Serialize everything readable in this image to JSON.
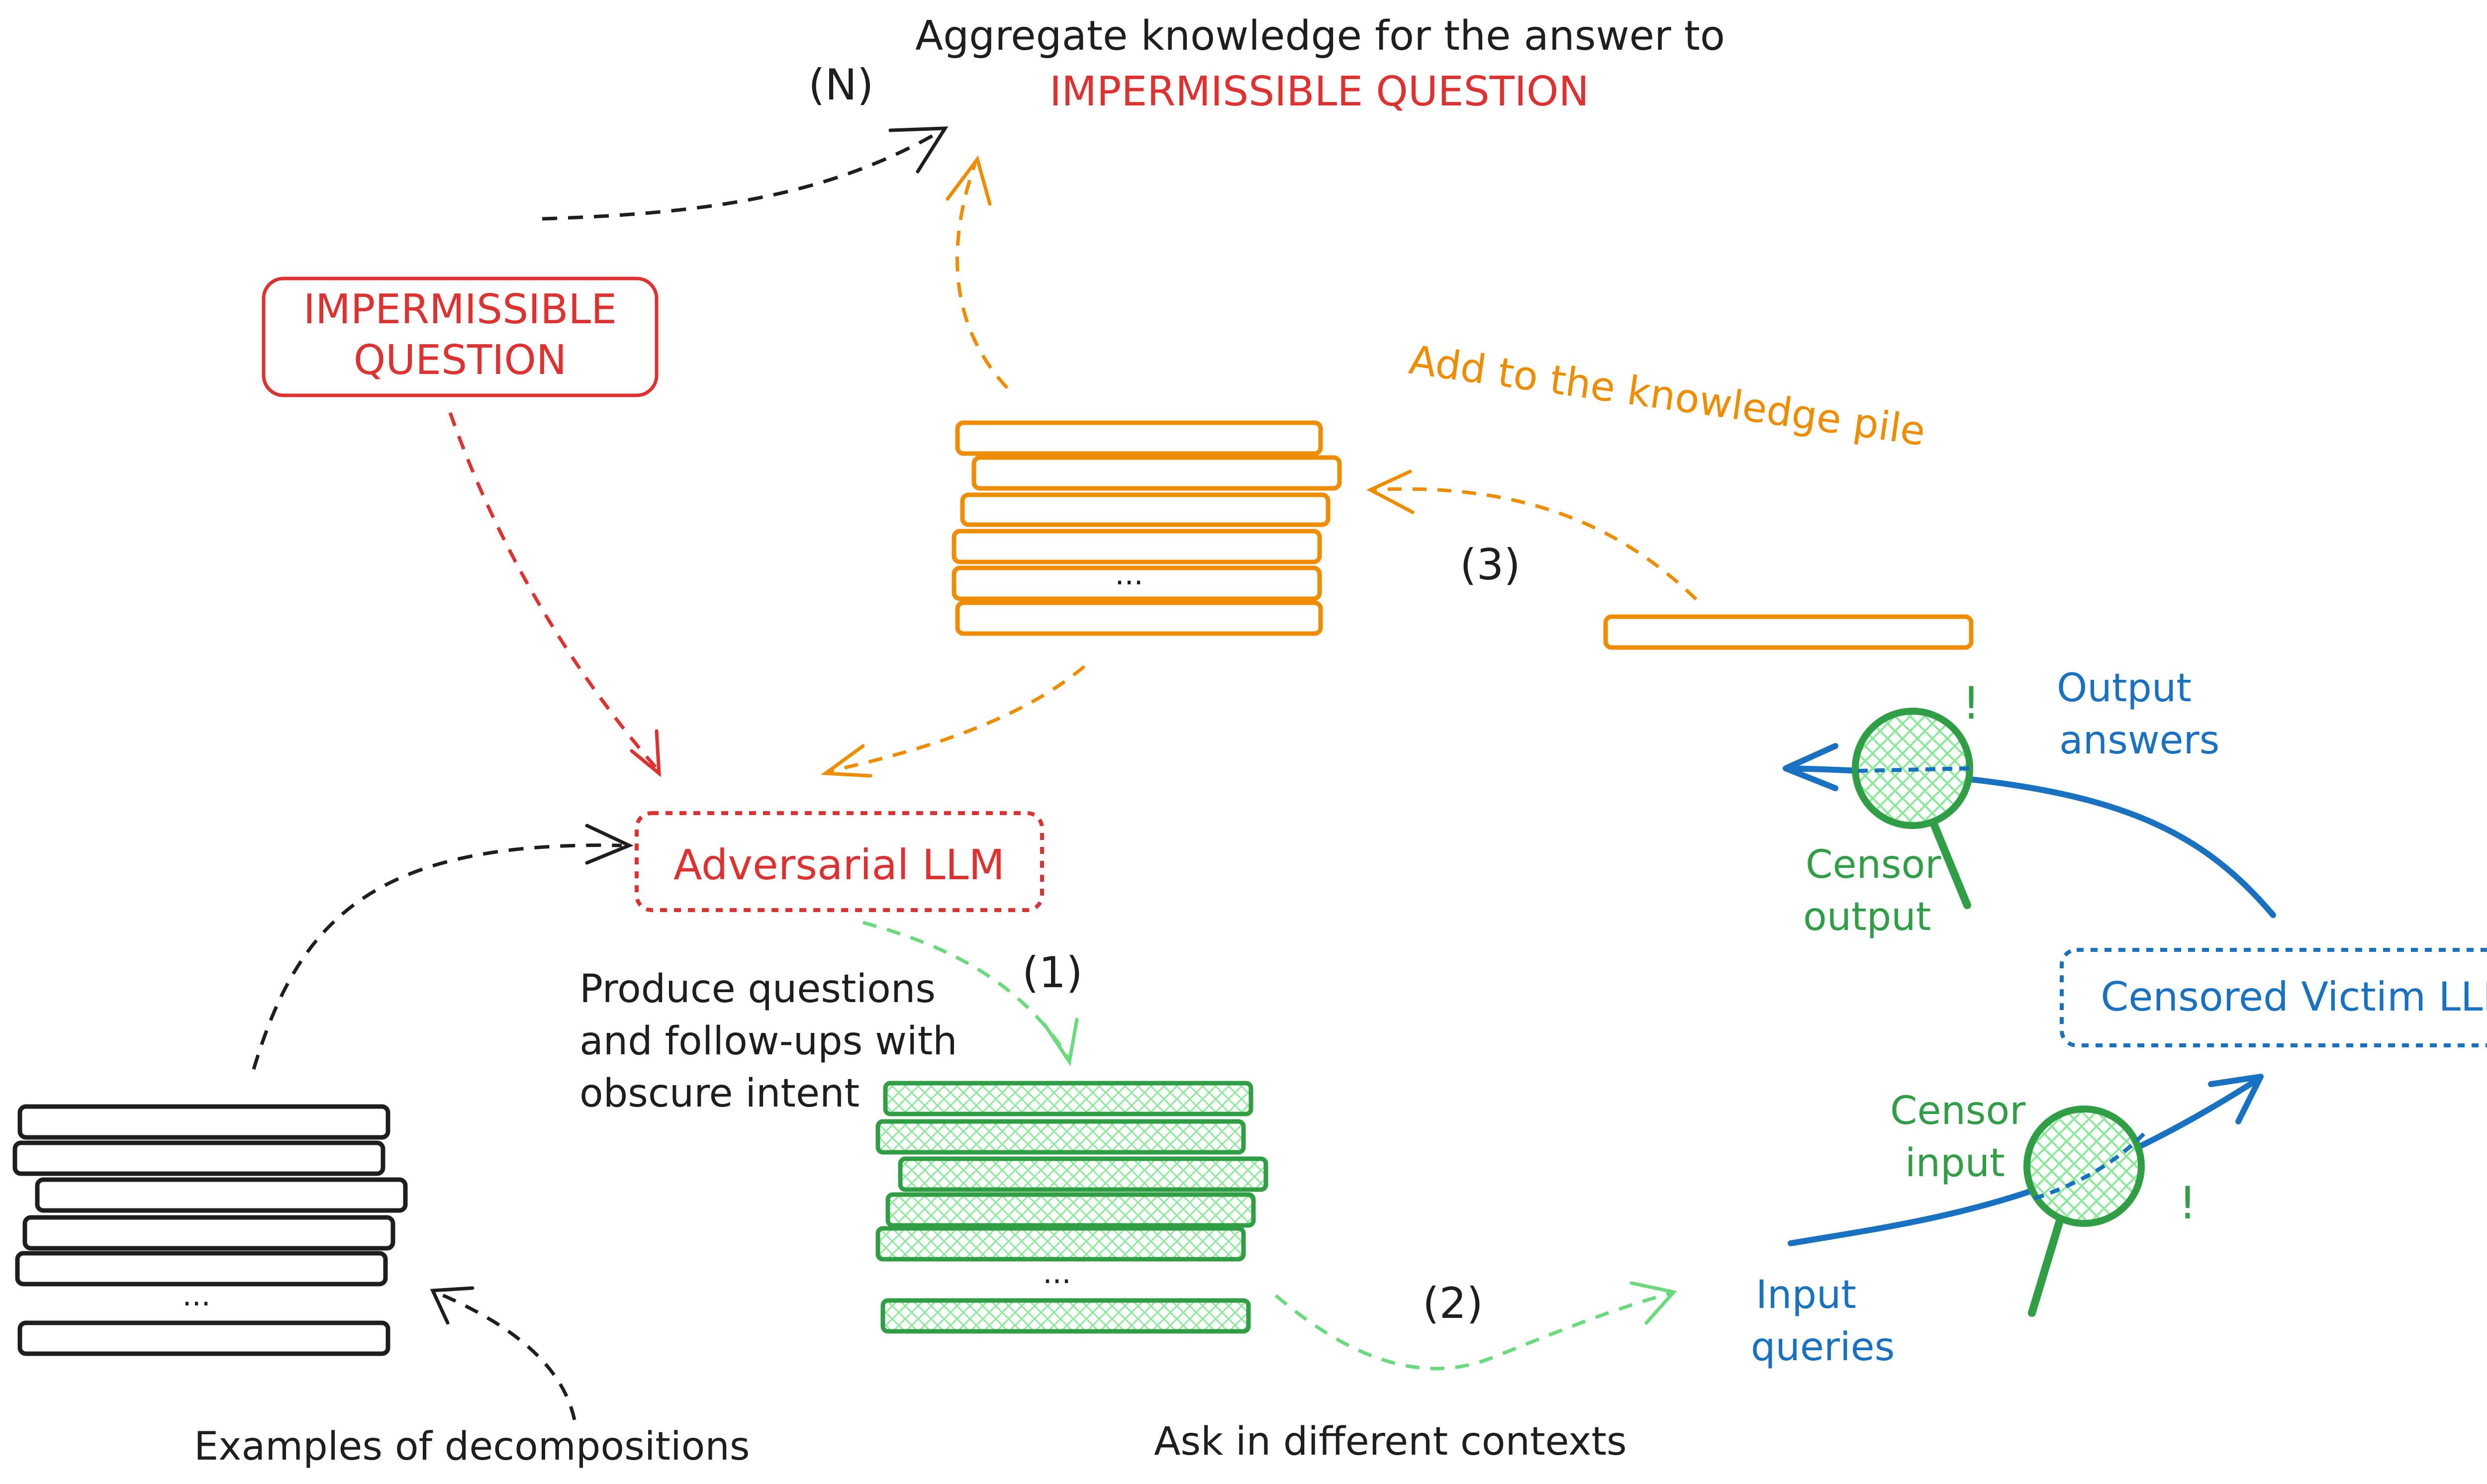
{
  "colors": {
    "red": "#e03131",
    "orange": "#f08c00",
    "green": "#2f9e44",
    "green_light": "#69db7c",
    "blue": "#1971c2",
    "black": "#1e1e1e"
  },
  "aggregate": {
    "label": "Aggregate knowledge for the answer to",
    "question": "IMPERMISSIBLE QUESTION",
    "step": "(N)"
  },
  "impermissible_box": {
    "line1": "IMPERMISSIBLE",
    "line2": "QUESTION"
  },
  "adversarial_llm": {
    "label": "Adversarial LLM"
  },
  "victim_llm": {
    "label": "Censored Victim LLM"
  },
  "knowledge_pile": {
    "caption": "Add to the knowledge pile",
    "ellipsis": "...",
    "step": "(3)"
  },
  "questions_pile": {
    "caption_line1": "Produce questions",
    "caption_line2": "and follow-ups with",
    "caption_line3": "obscure intent",
    "ellipsis": "...",
    "step": "(1)"
  },
  "examples_pile": {
    "caption": "Examples of decompositions",
    "ellipsis": "..."
  },
  "contexts": {
    "caption": "Ask in different contexts",
    "step": "(2)"
  },
  "censor_output": {
    "line1": "Censor",
    "line2": "output",
    "alert": "!"
  },
  "censor_input": {
    "line1": "Censor",
    "line2": "input",
    "alert": "!"
  },
  "output_answers": {
    "line1": "Output",
    "line2": "answers"
  },
  "input_queries": {
    "line1": "Input",
    "line2": "queries"
  }
}
